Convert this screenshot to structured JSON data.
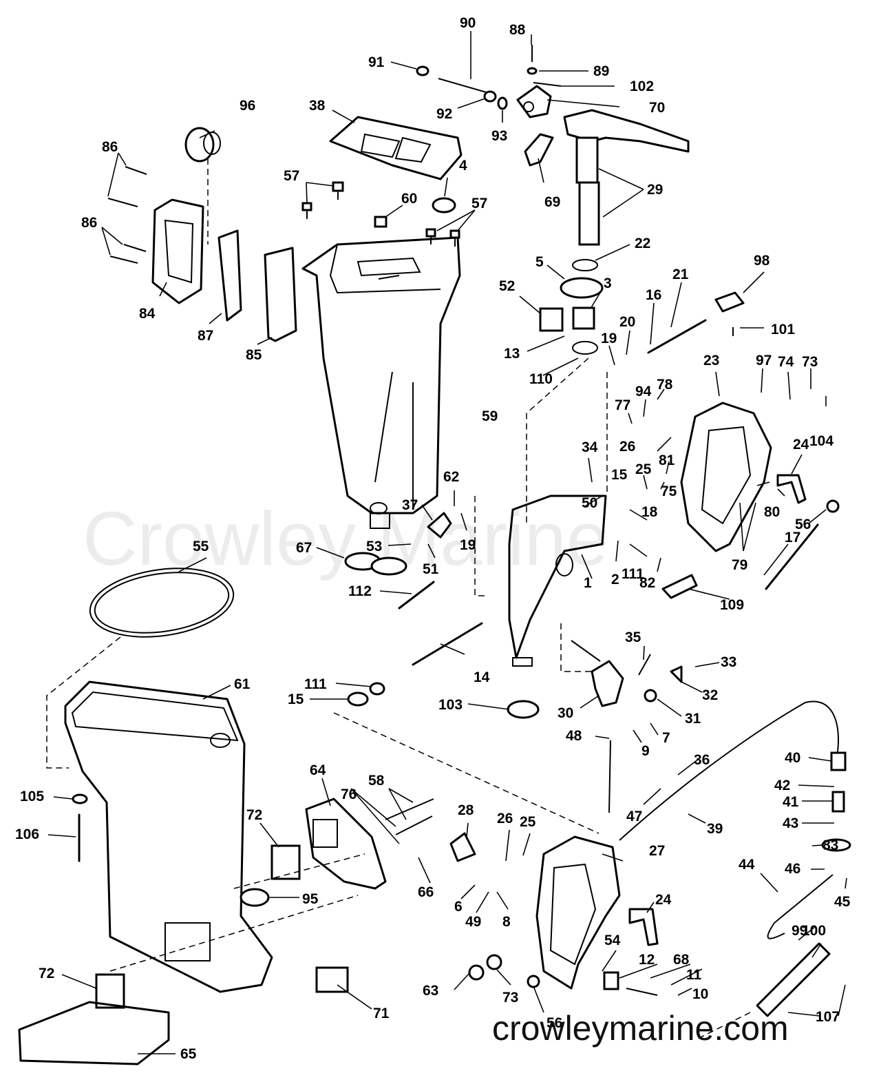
{
  "watermark": "Crowley Marine",
  "footer_url": "crowleymarine.com",
  "callouts": [
    "1",
    "2",
    "3",
    "4",
    "5",
    "6",
    "7",
    "8",
    "9",
    "10",
    "11",
    "12",
    "13",
    "14",
    "15",
    "15",
    "16",
    "17",
    "18",
    "19",
    "19",
    "20",
    "21",
    "22",
    "23",
    "24",
    "24",
    "25",
    "25",
    "26",
    "26",
    "27",
    "28",
    "29",
    "30",
    "31",
    "32",
    "33",
    "34",
    "35",
    "36",
    "37",
    "38",
    "39",
    "40",
    "41",
    "42",
    "43",
    "44",
    "45",
    "46",
    "47",
    "48",
    "49",
    "50",
    "51",
    "52",
    "53",
    "54",
    "55",
    "56",
    "56",
    "57",
    "57",
    "58",
    "59",
    "60",
    "61",
    "62",
    "63",
    "64",
    "65",
    "66",
    "67",
    "68",
    "69",
    "70",
    "71",
    "72",
    "72",
    "73",
    "73",
    "74",
    "75",
    "76",
    "77",
    "78",
    "79",
    "80",
    "81",
    "82",
    "83",
    "84",
    "85",
    "86",
    "86",
    "87",
    "88",
    "89",
    "90",
    "91",
    "92",
    "93",
    "94",
    "95",
    "96",
    "97",
    "98",
    "99",
    "100",
    "101",
    "102",
    "103",
    "104",
    "105",
    "106",
    "107",
    "109",
    "110",
    "111",
    "111",
    "112"
  ]
}
